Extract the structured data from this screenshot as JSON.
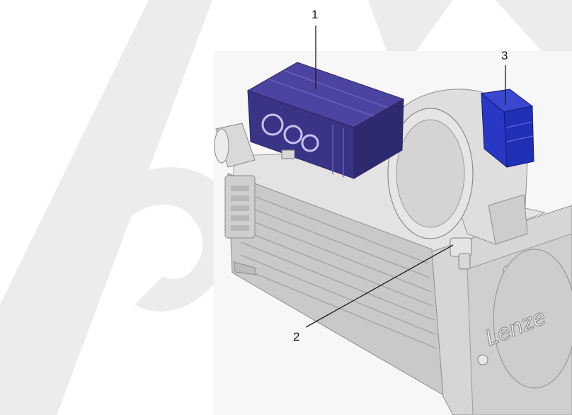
{
  "callouts": [
    {
      "label": "1"
    },
    {
      "label": "2"
    },
    {
      "label": "3"
    }
  ],
  "brand": {
    "logo_text": "Lenze"
  },
  "watermark": {
    "text": "DRAFT"
  },
  "colors": {
    "module_1": "#3a3487",
    "module_3": "#1f2fb6",
    "motor_body": "#cdcdcd",
    "watermark": "#ececec"
  }
}
